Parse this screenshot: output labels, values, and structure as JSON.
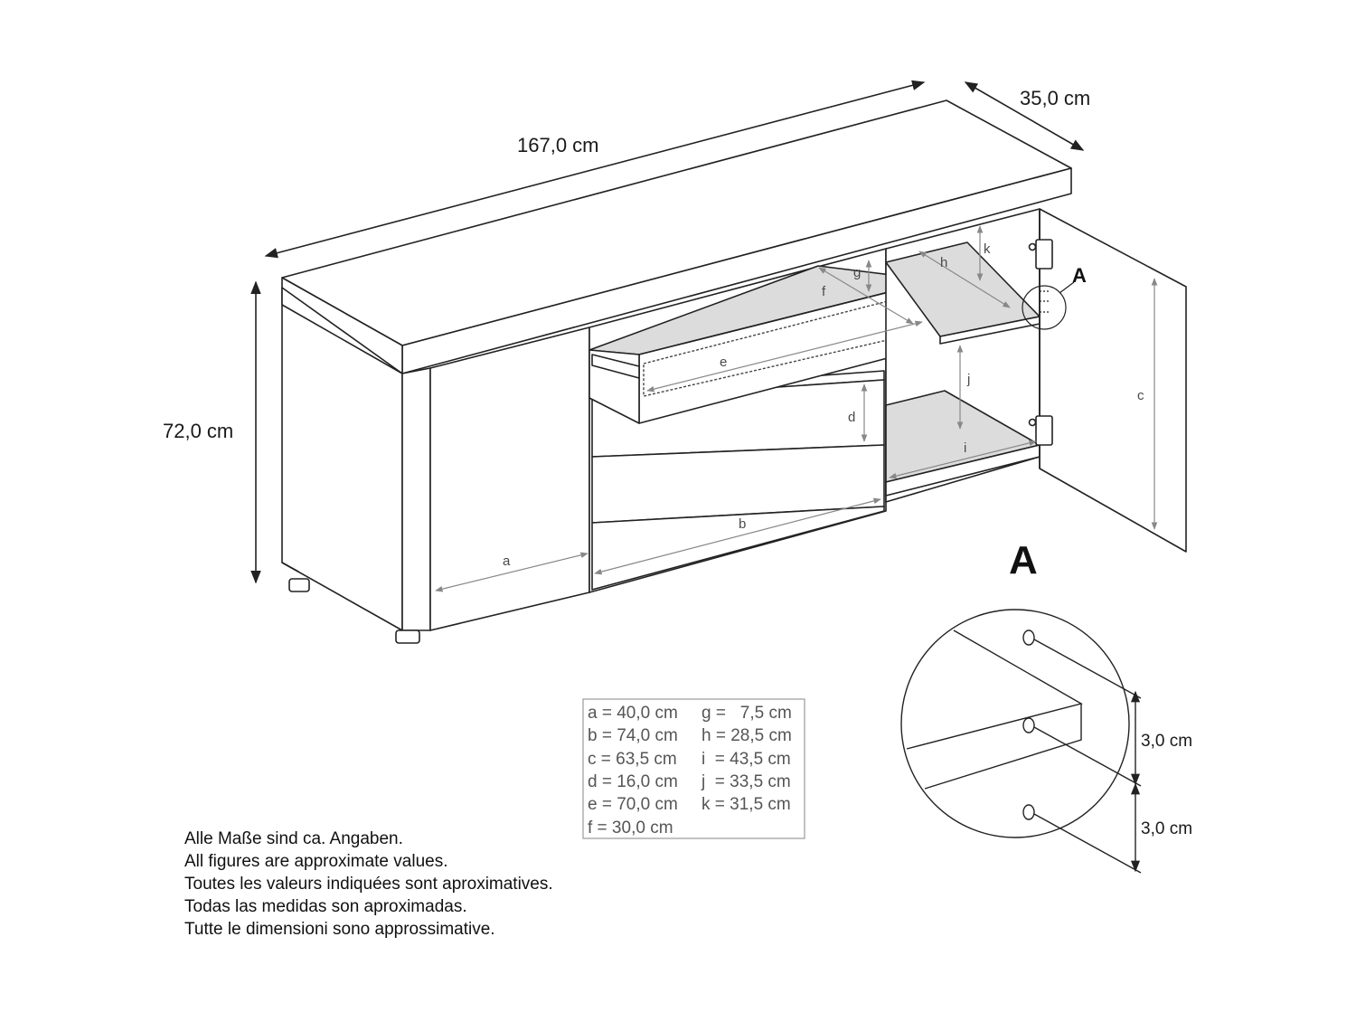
{
  "dimensions": {
    "width": "167,0 cm",
    "depth": "35,0 cm",
    "height": "72,0 cm"
  },
  "part_labels": [
    "a",
    "b",
    "c",
    "d",
    "e",
    "f",
    "g",
    "h",
    "i",
    "j",
    "k"
  ],
  "detail": {
    "callout": "A",
    "title": "A",
    "hole_spacing_1": "3,0 cm",
    "hole_spacing_2": "3,0 cm"
  },
  "legend": {
    "left_column": [
      "a = 40,0 cm",
      "b = 74,0 cm",
      "c = 63,5 cm",
      "d = 16,0 cm",
      "e = 70,0 cm",
      "f  = 30,0 cm"
    ],
    "right_column": [
      "g =   7,5 cm",
      "h = 28,5 cm",
      "i  = 43,5 cm",
      "j  = 33,5 cm",
      "k = 31,5 cm"
    ]
  },
  "notes": [
    "Alle Maße sind ca. Angaben.",
    "All figures are approximate values.",
    "Toutes les valeurs indiquées sont aproximatives.",
    "Todas las medidas son aproximadas.",
    "Tutte le dimensioni sono approssimative."
  ],
  "colors": {
    "line": "#222222",
    "dimension_line": "#777777",
    "shelf_fill": "#dcdcdc"
  }
}
